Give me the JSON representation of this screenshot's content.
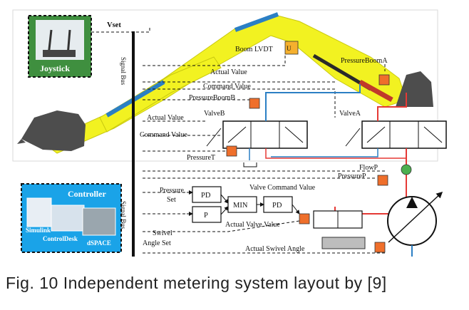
{
  "labels": {
    "vset": "Vset",
    "joystick": "Joystick",
    "signal_bus_top": "Signal Bus",
    "signal_bus_bottom": "Signal Bus",
    "boom_lvdt": "Boom LVDT",
    "pressure_boom_a": "PressureBoomA",
    "actual_value_1": "Actual Value",
    "command_value_1": "Command Value",
    "pressure_boom_b": "PressureBoomB",
    "actual_value_2": "Actual Value",
    "valve_b": "ValveB",
    "valve_a": "ValveA",
    "command_value_2": "Command Value",
    "pressure_t": "PressureT",
    "flow_p": "FlowP",
    "pressure_p": "PressureP",
    "pressure_set_1": "Pressure",
    "pressure_set_2": "Set",
    "pd_1": "PD",
    "p": "P",
    "min": "MIN",
    "pd_2": "PD",
    "valve_command_value": "Valve Command Value",
    "actual_valve_value": "Actual Valve Value",
    "swivel_angle_set_1": "Swivel",
    "swivel_angle_set_2": "Angle Set",
    "actual_swivel_angle": "Actual Swivel Angle",
    "controller": "Controller",
    "simulink": "Simulink",
    "controldesk": "ControlDesk",
    "dspace": "dSPACE"
  },
  "caption": "Fig. 10 Independent metering system layout by [9]",
  "colors": {
    "boom_yellow": "#f2f221",
    "bucket_gray": "#4d4d4d",
    "cylinder_blue": "#2b7fc4",
    "hydraulic_red": "#e53935",
    "joystick_green": "#3f8f3f",
    "controller_blue": "#1aa3e8",
    "sensor_orange": "#ef6f2b",
    "lvdt_yellow": "#f5b02e"
  }
}
